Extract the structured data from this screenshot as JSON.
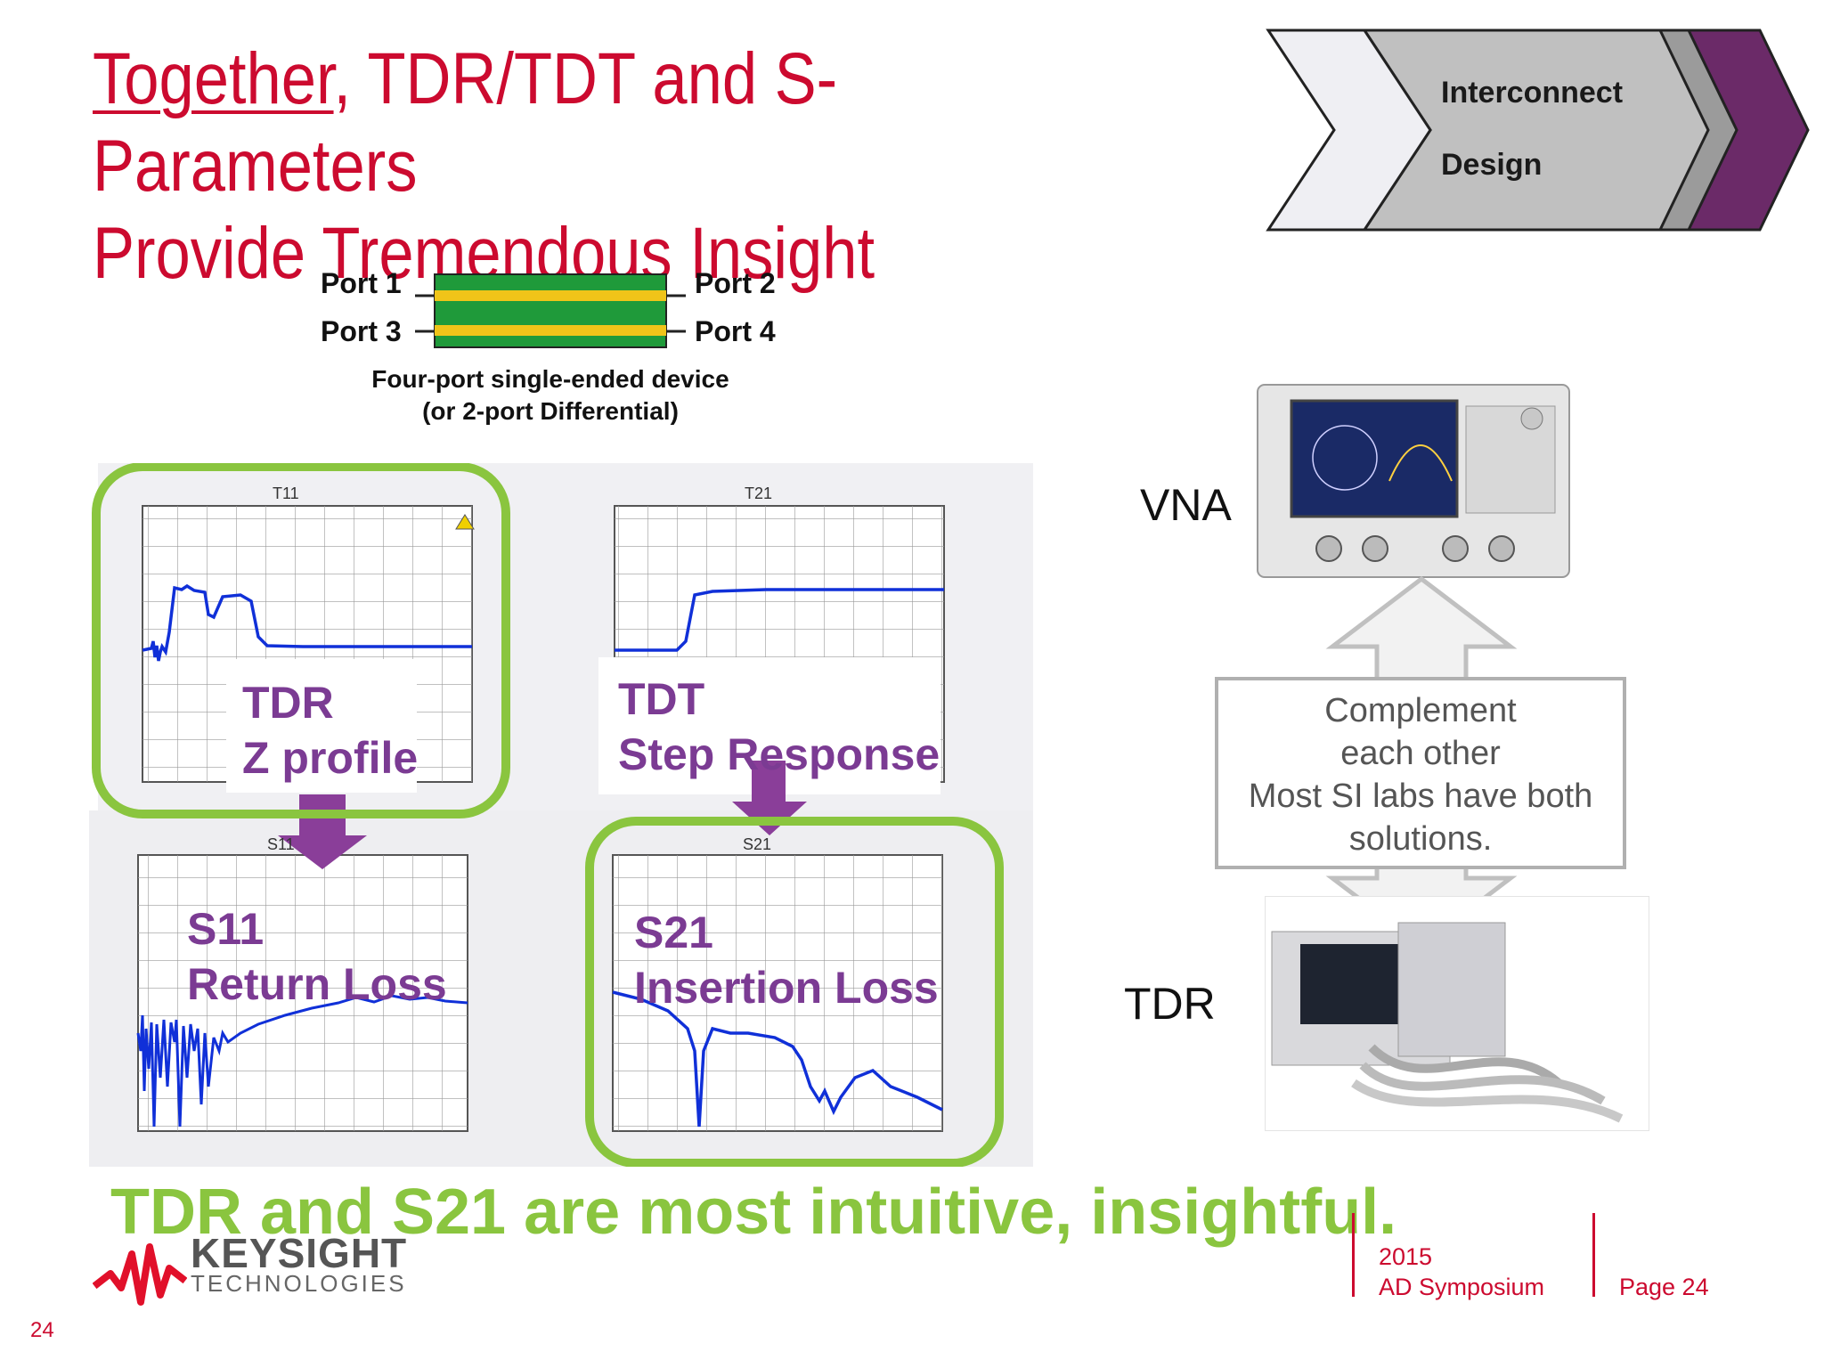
{
  "title": {
    "part1_underlined": "Together",
    "part1_rest": ", TDR/TDT and S-Parameters",
    "line2": "Provide Tremendous Insight"
  },
  "banner": {
    "line1": "Interconnect",
    "line2": "Design"
  },
  "device": {
    "port1": "Port 1",
    "port2": "Port 2",
    "port3": "Port 3",
    "port4": "Port 4",
    "caption_line1": "Four-port single-ended device",
    "caption_line2": "(or 2-port Differential)"
  },
  "plots": {
    "t11": {
      "title": "T11",
      "label1": "TDR",
      "label2": "Z profile"
    },
    "t21": {
      "title": "T21",
      "label1": "TDT",
      "label2": "Step Response"
    },
    "s11": {
      "title": "S11",
      "label1": "S11",
      "label2": "Return Loss"
    },
    "s21": {
      "title": "S21",
      "label1": "S21",
      "label2": "Insertion Loss"
    }
  },
  "instruments": {
    "vna": "VNA",
    "tdr": "TDR",
    "complement": [
      "Complement",
      "each other",
      "Most SI labs have both",
      "solutions."
    ]
  },
  "bottom_message": "TDR and S21 are most intuitive, insightful.",
  "logo": {
    "word": "KEYSIGHT",
    "sub": "TECHNOLOGIES"
  },
  "footer": {
    "year": "2015",
    "event": "AD Symposium",
    "page": "Page 24"
  },
  "slide_number": "24",
  "colors": {
    "title_red": "#cc0a2f",
    "purple": "#7b3b93",
    "green": "#8ac53f",
    "trace_blue": "#1030d8"
  }
}
